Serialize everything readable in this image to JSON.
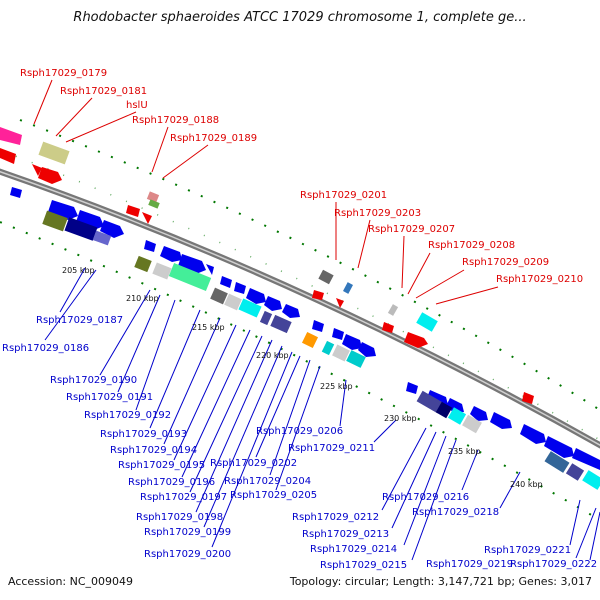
{
  "title": "Rhodobacter sphaeroides ATCC 17029 chromosome 1, complete ge...",
  "footer": {
    "accession": "Accession: NC_009049",
    "summary": "Topology: circular; Length: 3,147,721 bp; Genes: 3,017"
  },
  "labels_red": [
    {
      "id": "Rsph17029_0179",
      "text": "Rsph17029_0179"
    },
    {
      "id": "Rsph17029_0181",
      "text": "Rsph17029_0181"
    },
    {
      "id": "hslU",
      "text": "hslU"
    },
    {
      "id": "Rsph17029_0188",
      "text": "Rsph17029_0188"
    },
    {
      "id": "Rsph17029_0189",
      "text": "Rsph17029_0189"
    },
    {
      "id": "Rsph17029_0201",
      "text": "Rsph17029_0201"
    },
    {
      "id": "Rsph17029_0203",
      "text": "Rsph17029_0203"
    },
    {
      "id": "Rsph17029_0207",
      "text": "Rsph17029_0207"
    },
    {
      "id": "Rsph17029_0208",
      "text": "Rsph17029_0208"
    },
    {
      "id": "Rsph17029_0209",
      "text": "Rsph17029_0209"
    },
    {
      "id": "Rsph17029_0210",
      "text": "Rsph17029_0210"
    }
  ],
  "labels_blue": [
    {
      "id": "Rsph17029_0187",
      "text": "Rsph17029_0187"
    },
    {
      "id": "Rsph17029_0186",
      "text": "Rsph17029_0186"
    },
    {
      "id": "Rsph17029_0190",
      "text": "Rsph17029_0190"
    },
    {
      "id": "Rsph17029_0191",
      "text": "Rsph17029_0191"
    },
    {
      "id": "Rsph17029_0192",
      "text": "Rsph17029_0192"
    },
    {
      "id": "Rsph17029_0193",
      "text": "Rsph17029_0193"
    },
    {
      "id": "Rsph17029_0194",
      "text": "Rsph17029_0194"
    },
    {
      "id": "Rsph17029_0195",
      "text": "Rsph17029_0195"
    },
    {
      "id": "Rsph17029_0196",
      "text": "Rsph17029_0196"
    },
    {
      "id": "Rsph17029_0197",
      "text": "Rsph17029_0197"
    },
    {
      "id": "Rsph17029_0198",
      "text": "Rsph17029_0198"
    },
    {
      "id": "Rsph17029_0199",
      "text": "Rsph17029_0199"
    },
    {
      "id": "Rsph17029_0200",
      "text": "Rsph17029_0200"
    },
    {
      "id": "Rsph17029_0202",
      "text": "Rsph17029_0202"
    },
    {
      "id": "Rsph17029_0204",
      "text": "Rsph17029_0204"
    },
    {
      "id": "Rsph17029_0205",
      "text": "Rsph17029_0205"
    },
    {
      "id": "Rsph17029_0206",
      "text": "Rsph17029_0206"
    },
    {
      "id": "Rsph17029_0211",
      "text": "Rsph17029_0211"
    },
    {
      "id": "Rsph17029_0212",
      "text": "Rsph17029_0212"
    },
    {
      "id": "Rsph17029_0213",
      "text": "Rsph17029_0213"
    },
    {
      "id": "Rsph17029_0214",
      "text": "Rsph17029_0214"
    },
    {
      "id": "Rsph17029_0215",
      "text": "Rsph17029_0215"
    },
    {
      "id": "Rsph17029_0216",
      "text": "Rsph17029_0216"
    },
    {
      "id": "Rsph17029_0218",
      "text": "Rsph17029_0218"
    },
    {
      "id": "Rsph17029_0219",
      "text": "Rsph17029_0219"
    },
    {
      "id": "Rsph17029_0221",
      "text": "Rsph17029_0221"
    },
    {
      "id": "Rsph17029_0222",
      "text": "Rsph17029_0222"
    }
  ],
  "ticks": [
    {
      "id": "205",
      "text": "205 kbp"
    },
    {
      "id": "210",
      "text": "210 kbp"
    },
    {
      "id": "215",
      "text": "215 kbp"
    },
    {
      "id": "220",
      "text": "220 kbp"
    },
    {
      "id": "225",
      "text": "225 kbp"
    },
    {
      "id": "230",
      "text": "230 kbp"
    },
    {
      "id": "235",
      "text": "235 kbp"
    },
    {
      "id": "240",
      "text": "240 kbp"
    }
  ],
  "colors": {
    "red_feature": "#ff0000",
    "blue_feature": "#0000ee",
    "backbone": "#999999",
    "dots": "#007700"
  }
}
